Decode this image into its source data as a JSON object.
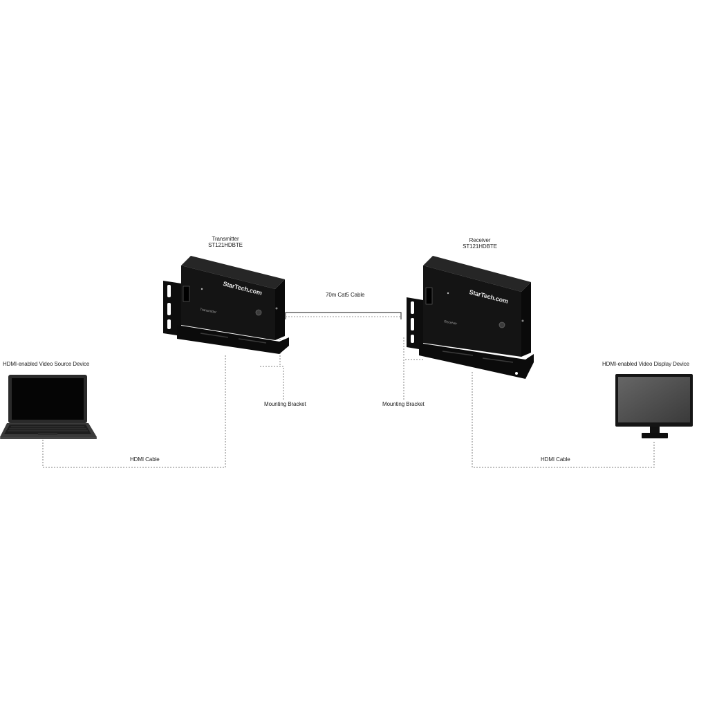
{
  "diagram": {
    "source_device_label": "HDMI-enabled Video Source Device",
    "display_device_label": "HDMI-enabled Video Display Device",
    "transmitter": {
      "title": "Transmitter",
      "model": "ST121HDBTE",
      "brand": "StarTech.com",
      "panel_text": "Transmitter"
    },
    "receiver": {
      "title": "Receiver",
      "model": "ST121HDBTE",
      "brand": "StarTech.com",
      "panel_text": "Receiver"
    },
    "cat5_cable_label": "70m Cat5 Cable",
    "left_bracket_label": "Mounting Bracket",
    "right_bracket_label": "Mounting Bracket",
    "left_hdmi_cable_label": "HDMI Cable",
    "right_hdmi_cable_label": "HDMI Cable"
  },
  "colors": {
    "background": "#ffffff",
    "device_body": "#111111",
    "device_face": "#1c1c1c",
    "connector_line": "#9a9a9a",
    "text": "#222222"
  }
}
